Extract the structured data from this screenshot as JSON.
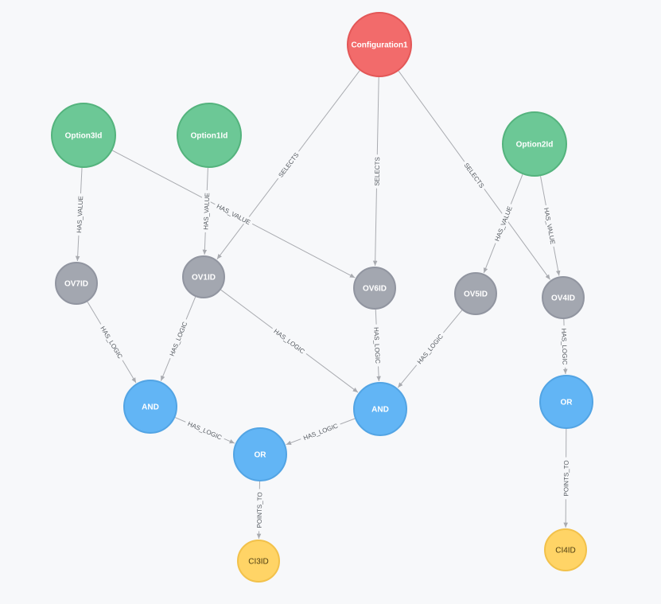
{
  "colors": {
    "configuration": "#f26b6b",
    "configuration_stroke": "#e35757",
    "option": "#6cc896",
    "option_stroke": "#54b37d",
    "option_value": "#a3a7b0",
    "option_value_stroke": "#9195a0",
    "logic": "#62b5f5",
    "logic_stroke": "#52a4e4",
    "ci": "#ffd466",
    "ci_stroke": "#f2c14a",
    "edge": "#a9abb0",
    "edge_label": "#555a60"
  },
  "graph": {
    "nodes": [
      {
        "id": "configuration1",
        "label": "Configuration1",
        "type": "configuration"
      },
      {
        "id": "option3id",
        "label": "Option3Id",
        "type": "option"
      },
      {
        "id": "option1id",
        "label": "Option1Id",
        "type": "option"
      },
      {
        "id": "option2id",
        "label": "Option2Id",
        "type": "option"
      },
      {
        "id": "ov7id",
        "label": "OV7ID",
        "type": "option_value"
      },
      {
        "id": "ov1id",
        "label": "OV1ID",
        "type": "option_value"
      },
      {
        "id": "ov6id",
        "label": "OV6ID",
        "type": "option_value"
      },
      {
        "id": "ov5id",
        "label": "OV5ID",
        "type": "option_value"
      },
      {
        "id": "ov4id",
        "label": "OV4ID",
        "type": "option_value"
      },
      {
        "id": "and1",
        "label": "AND",
        "type": "logic"
      },
      {
        "id": "and2",
        "label": "AND",
        "type": "logic"
      },
      {
        "id": "or1",
        "label": "OR",
        "type": "logic"
      },
      {
        "id": "or2",
        "label": "OR",
        "type": "logic"
      },
      {
        "id": "ci3id",
        "label": "CI3ID",
        "type": "ci"
      },
      {
        "id": "ci4id",
        "label": "CI4ID",
        "type": "ci"
      }
    ],
    "edges": [
      {
        "from": "configuration1",
        "to": "ov1id",
        "label": "SELECTS"
      },
      {
        "from": "configuration1",
        "to": "ov6id",
        "label": "SELECTS"
      },
      {
        "from": "configuration1",
        "to": "ov4id",
        "label": "SELECTS"
      },
      {
        "from": "option3id",
        "to": "ov7id",
        "label": "HAS_VALUE"
      },
      {
        "from": "option3id",
        "to": "ov6id",
        "label": "HAS_VALUE"
      },
      {
        "from": "option1id",
        "to": "ov1id",
        "label": "HAS_VALUE"
      },
      {
        "from": "option2id",
        "to": "ov5id",
        "label": "HAS_VALUE"
      },
      {
        "from": "option2id",
        "to": "ov4id",
        "label": "HAS_VALUE"
      },
      {
        "from": "ov7id",
        "to": "and1",
        "label": "HAS_LOGIC"
      },
      {
        "from": "ov1id",
        "to": "and1",
        "label": "HAS_LOGIC"
      },
      {
        "from": "ov1id",
        "to": "and2",
        "label": "HAS_LOGIC"
      },
      {
        "from": "ov6id",
        "to": "and2",
        "label": "HAS_LOGIC"
      },
      {
        "from": "ov5id",
        "to": "and2",
        "label": "HAS_LOGIC"
      },
      {
        "from": "ov4id",
        "to": "or2",
        "label": "HAS_LOGIC"
      },
      {
        "from": "and1",
        "to": "or1",
        "label": "HAS_LOGIC"
      },
      {
        "from": "and2",
        "to": "or1",
        "label": "HAS_LOGIC"
      },
      {
        "from": "or1",
        "to": "ci3id",
        "label": "POINTS_TO"
      },
      {
        "from": "or2",
        "to": "ci4id",
        "label": "POINTS_TO"
      }
    ]
  }
}
